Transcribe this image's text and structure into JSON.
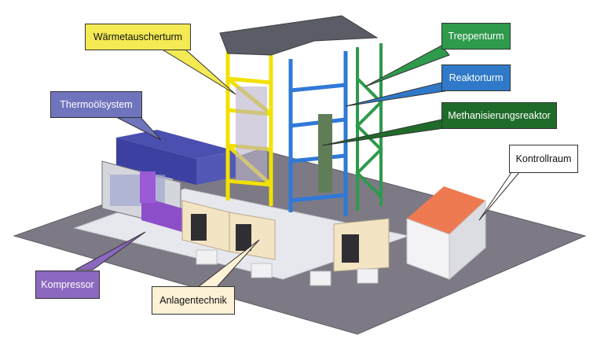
{
  "labels": {
    "waermetauscherturm": {
      "text": "Wärmetauscherturm",
      "color": "#f4ea54",
      "text_color": "#111111"
    },
    "thermoelsystem": {
      "text": "Thermoölsystem",
      "color": "#6f74bd",
      "text_color": "#ffffff"
    },
    "treppenturm": {
      "text": "Treppenturm",
      "color": "#2e9a4b",
      "text_color": "#ffffff"
    },
    "reaktorturm": {
      "text": "Reaktorturm",
      "color": "#2f79c8",
      "text_color": "#ffffff"
    },
    "methanisierungsreaktor": {
      "text": "Methanisierungsreaktor",
      "color": "#1f6b2a",
      "text_color": "#ffffff"
    },
    "kontrollraum": {
      "text": "Kontrollraum",
      "color": "#ffffff",
      "text_color": "#111111"
    },
    "kompressor": {
      "text": "Kompressor",
      "color": "#8c68c0",
      "text_color": "#ffffff"
    },
    "anlagentechnik": {
      "text": "Anlagentechnik",
      "color": "#fdf1d6",
      "text_color": "#111111"
    }
  }
}
